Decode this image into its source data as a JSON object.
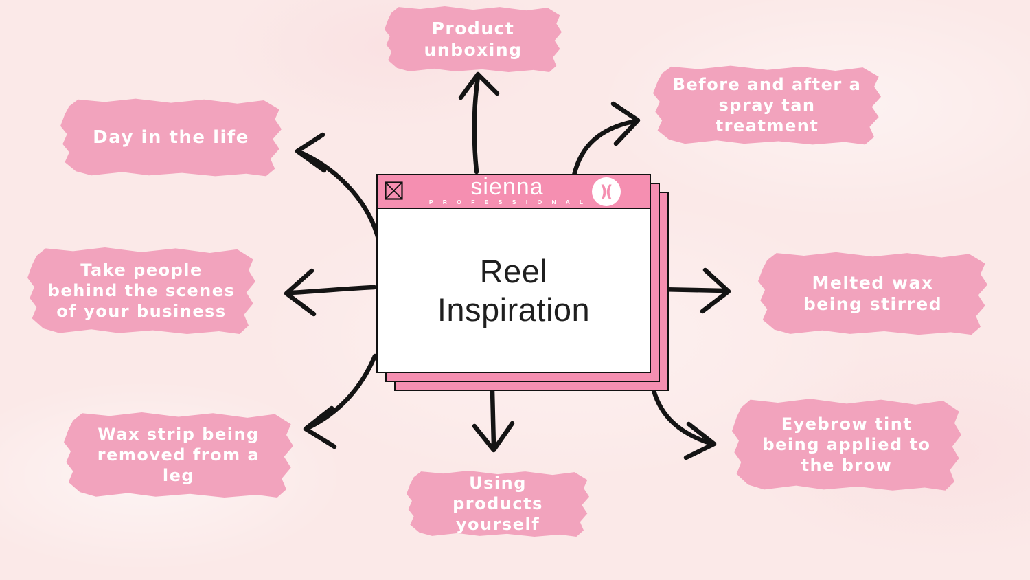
{
  "colors": {
    "background": "#fbe9e8",
    "blob_pink": "#f2a3bd",
    "card_header_pink": "#f58fb1",
    "arrow_black": "#141414",
    "title_text": "#1f1f1f",
    "label_text": "#ffffff"
  },
  "center_card": {
    "brand": "sienna",
    "brand_sub": "P R O F E S S I O N A L",
    "logo_glyph": ")(",
    "title_line1": "Reel",
    "title_line2": "Inspiration",
    "icons": {
      "close": "x-box-icon",
      "logo_mark": "sienna-x-monogram-icon"
    }
  },
  "nodes": [
    {
      "id": "product-unboxing",
      "label": "Product unboxing"
    },
    {
      "id": "before-after-spraytan",
      "label": "Before and after a spray tan treatment"
    },
    {
      "id": "day-in-the-life",
      "label": "Day in the life"
    },
    {
      "id": "behind-the-scenes",
      "label": "Take people behind the scenes of your business"
    },
    {
      "id": "wax-strip-removed",
      "label": "Wax strip being removed from a leg"
    },
    {
      "id": "melted-wax-stirred",
      "label": "Melted wax being stirred"
    },
    {
      "id": "eyebrow-tint-applied",
      "label": "Eyebrow tint being applied to the brow"
    },
    {
      "id": "using-products",
      "label": "Using products yourself"
    }
  ]
}
